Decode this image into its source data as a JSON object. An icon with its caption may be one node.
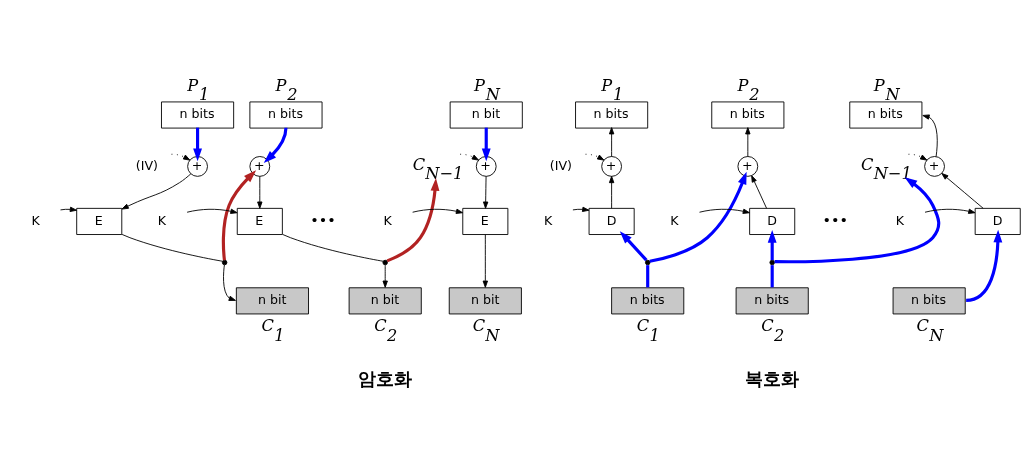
{
  "diagram": {
    "nodes": [
      {
        "text": [
          "n bits"
        ],
        "beside": [
          "P$_{1}$"
        ]
      },
      {
        "text": [
          "+"
        ]
      },
      {
        "text": [
          "E"
        ]
      },
      {
        "text": [
          "n bit"
        ],
        "beside": [
          "C$_{1}$"
        ]
      },
      {
        "text": [
          "(IV)"
        ]
      },
      {
        "text": [
          "K"
        ]
      },
      {
        "text": [],
        "shape": "circle"
      },
      {
        "text": [
          "n bits"
        ],
        "beside": [
          "P$_{2}$"
        ]
      },
      {
        "text": [
          "+"
        ]
      },
      {
        "text": [
          "E"
        ]
      },
      {
        "text": [
          "n bit"
        ],
        "beside": [
          "C$_{2}$"
        ]
      },
      {
        "text": [
          "K"
        ]
      },
      {
        "text": [],
        "shape": "circle"
      },
      {
        "text": [
          "C$_{N−1}$"
        ]
      },
      {
        "text": [
          "n bit"
        ],
        "beside": [
          "P$_{N}$"
        ]
      },
      {
        "text": [
          "+"
        ]
      },
      {
        "text": [
          "E"
        ]
      },
      {
        "text": [
          "n bit"
        ],
        "beside": [
          "C$_{N}$"
        ]
      },
      {
        "text": [
          "K"
        ]
      },
      {
        "text": [
          "n bits"
        ],
        "beside": [
          "P$_{1}$"
        ]
      },
      {
        "text": [
          "+"
        ]
      },
      {
        "text": [
          "D"
        ]
      },
      {
        "text": [
          "n bits"
        ],
        "beside": [
          "C$_{1}$"
        ]
      },
      {
        "text": [
          "(IV)"
        ]
      },
      {
        "text": [
          "K"
        ]
      },
      {
        "text": [],
        "shape": "circle"
      },
      {
        "text": [
          "n bits"
        ],
        "beside": [
          "P$_{2}$"
        ]
      },
      {
        "text": [
          "+"
        ]
      },
      {
        "text": [
          "D"
        ]
      },
      {
        "text": [
          "n bits"
        ],
        "beside": [
          "C$_{2}$"
        ]
      },
      {
        "text": [
          "K"
        ]
      },
      {
        "text": [],
        "shape": "circle"
      },
      {
        "text": [
          "C$_{N−1}$"
        ]
      },
      {
        "text": [
          "n bits"
        ],
        "beside": [
          "P$_{N}$"
        ]
      },
      {
        "text": [
          "+"
        ]
      },
      {
        "text": [
          "D"
        ]
      },
      {
        "text": [
          "n bits"
        ],
        "beside": [
          "C$_{N}$"
        ]
      },
      {
        "text": [
          "K"
        ]
      }
    ],
    "edges": [
      {
        "from": 0,
        "to": 1,
        "arrow": "to",
        "style": "thick",
        "color": "#0000ff"
      },
      {
        "from": 4,
        "to": 1,
        "arrow": "to",
        "style": "dashed"
      },
      {
        "from": 1,
        "to": 2,
        "arrow": "to"
      },
      {
        "from": 5,
        "to": 2,
        "arrow": "to"
      },
      {
        "from": 2,
        "to": 6,
        "arrow": "none"
      },
      {
        "from": 6,
        "to": 3,
        "arrow": "to"
      },
      {
        "from": 6,
        "to": 8,
        "arrow": "to",
        "style": "thick",
        "color": "#b22222"
      },
      {
        "from": 7,
        "to": 8,
        "arrow": "to",
        "style": "thick",
        "color": "#0000ff"
      },
      {
        "from": 8,
        "to": 9,
        "arrow": "to"
      },
      {
        "from": 11,
        "to": 9,
        "arrow": "to"
      },
      {
        "from": 9,
        "to": 12,
        "arrow": "none"
      },
      {
        "from": 12,
        "to": 10,
        "arrow": "to"
      },
      {
        "from": 12,
        "to": 13,
        "arrow": "to",
        "style": "thick",
        "color": "#b22222"
      },
      {
        "from": 13,
        "to": 15,
        "arrow": "to",
        "style": "dashed"
      },
      {
        "from": 14,
        "to": 15,
        "arrow": "to",
        "style": "thick",
        "color": "#0000ff"
      },
      {
        "from": 15,
        "to": 16,
        "arrow": "to"
      },
      {
        "from": 18,
        "to": 16,
        "arrow": "to"
      },
      {
        "from": 16,
        "to": 17,
        "arrow": "to"
      },
      {
        "from": 22,
        "to": 25,
        "arrow": "none",
        "style": "thick",
        "color": "#0000ff"
      },
      {
        "from": 25,
        "to": 21,
        "arrow": "to",
        "style": "thick",
        "color": "#0000ff"
      },
      {
        "from": 25,
        "to": 27,
        "arrow": "to",
        "style": "thick",
        "color": "#0000ff"
      },
      {
        "from": 21,
        "to": 20,
        "arrow": "to"
      },
      {
        "from": 20,
        "to": 19,
        "arrow": "to"
      },
      {
        "from": 23,
        "to": 20,
        "arrow": "to",
        "style": "dashed"
      },
      {
        "from": 24,
        "to": 21,
        "arrow": "to"
      },
      {
        "from": 29,
        "to": 31,
        "arrow": "none",
        "style": "thick",
        "color": "#0000ff"
      },
      {
        "from": 31,
        "to": 28,
        "arrow": "to",
        "style": "thick",
        "color": "#0000ff"
      },
      {
        "from": 31,
        "to": 32,
        "arrow": "to",
        "style": "thick",
        "color": "#0000ff"
      },
      {
        "from": 28,
        "to": 27,
        "arrow": "to"
      },
      {
        "from": 27,
        "to": 26,
        "arrow": "to"
      },
      {
        "from": 30,
        "to": 28,
        "arrow": "to"
      },
      {
        "from": 32,
        "to": 34,
        "arrow": "to",
        "style": "dashed"
      },
      {
        "from": 34,
        "to": 33,
        "arrow": "to"
      },
      {
        "from": 35,
        "to": 34,
        "arrow": "to"
      },
      {
        "from": 37,
        "to": 35,
        "arrow": "to"
      },
      {
        "from": 36,
        "to": 35,
        "arrow": "to",
        "style": "thick",
        "color": "#0000ff"
      }
    ],
    "labels": [
      "•••",
      "•••",
      "암호화",
      "복호화"
    ]
  }
}
